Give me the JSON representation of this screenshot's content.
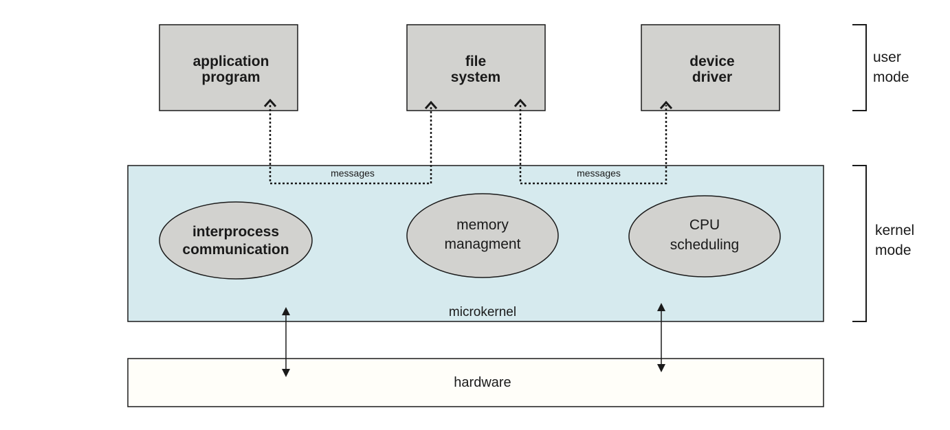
{
  "user_space": {
    "boxes": [
      {
        "line1": "application",
        "line2": "program"
      },
      {
        "line1": "file",
        "line2": "system"
      },
      {
        "line1": "device",
        "line2": "driver"
      }
    ],
    "mode_label": {
      "line1": "user",
      "line2": "mode"
    }
  },
  "kernel": {
    "name": "microkernel",
    "messages_left": "messages",
    "messages_right": "messages",
    "components": [
      {
        "line1": "interprocess",
        "line2": "communication"
      },
      {
        "line1": "memory",
        "line2": "managment"
      },
      {
        "line1": "CPU",
        "line2": "scheduling"
      }
    ],
    "mode_label": {
      "line1": "kernel",
      "line2": "mode"
    }
  },
  "hardware": {
    "name": "hardware"
  },
  "colors": {
    "box_fill": "#d2d2cf",
    "kernel_fill": "#d6eaee",
    "ellipse_fill": "#d2d2cf",
    "hardware_fill": "#fffef9",
    "stroke": "#1a1a1a"
  }
}
